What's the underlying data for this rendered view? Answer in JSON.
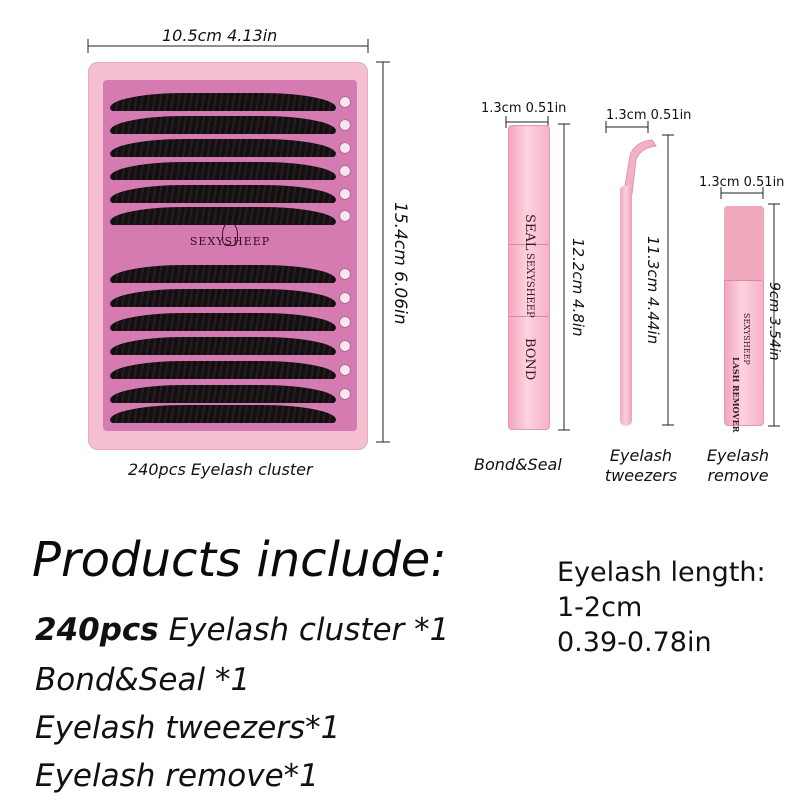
{
  "tray": {
    "width_label": "10.5cm  4.13in",
    "height_label": "15.4cm 6.06in",
    "brand": "SEXYSHEEP",
    "caption": "240pcs Eyelash cluster"
  },
  "bond_seal": {
    "width_label": "1.3cm 0.51in",
    "height_label": "12.2cm 4.8in",
    "seal_text": "SEAL",
    "bond_text": "BOND",
    "brand": "SEXYSHEEP",
    "caption": "Bond&Seal"
  },
  "tweezers": {
    "width_label": "1.3cm 0.51in",
    "height_label": "11.3cm 4.44in",
    "caption_line1": "Eyelash",
    "caption_line2": "tweezers"
  },
  "remover": {
    "width_label": "1.3cm 0.51in",
    "height_label": "9cm 3.54in",
    "product_text": "LASH REMOVER",
    "brand": "SEXYSHEEP",
    "caption_line1": "Eyelash",
    "caption_line2": "remove"
  },
  "products": {
    "title": "Products include:",
    "items": [
      {
        "bold": "240pcs",
        "text": " Eyelash cluster *1"
      },
      {
        "text": "Bond&Seal *1"
      },
      {
        "text": "Eyelash tweezers*1"
      },
      {
        "text": "Eyelash remove*1"
      }
    ]
  },
  "length": {
    "title": "Eyelash length:",
    "cm": "1-2cm",
    "in": "0.39-0.78in"
  },
  "colors": {
    "tray_pink": "#f4bfd0",
    "tray_inner": "#d67bb2",
    "product_pink": "#f6b2c6"
  }
}
